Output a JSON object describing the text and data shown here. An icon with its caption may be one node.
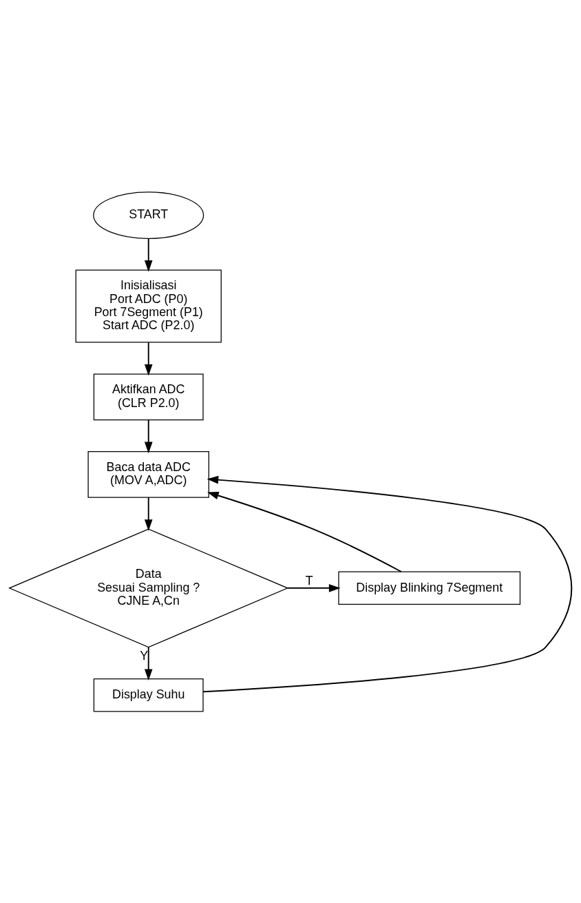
{
  "diagram": {
    "nodes": [
      {
        "text": [
          "START"
        ]
      },
      {
        "text": [
          "Inisialisasi",
          "Port ADC (P0)",
          "Port 7Segment (P1)",
          "Start ADC (P2.0)"
        ]
      },
      {
        "text": [
          "Aktifkan ADC",
          "(CLR P2.0)"
        ]
      },
      {
        "text": [
          "Baca data ADC",
          "(MOV A,ADC)"
        ]
      },
      {
        "text": [
          "Data",
          "Sesuai Sampling ?",
          "CJNE A,Cn"
        ]
      },
      {
        "text": [
          "Display Blinking 7Segment"
        ]
      },
      {
        "text": [
          "Display Suhu"
        ]
      }
    ],
    "edges": [
      {
        "from": 0,
        "to": 1,
        "arrow": "to"
      },
      {
        "from": 1,
        "to": 2,
        "arrow": "to"
      },
      {
        "from": 2,
        "to": 3,
        "arrow": "to"
      },
      {
        "from": 3,
        "to": 4,
        "arrow": "to"
      },
      {
        "from": 4,
        "to": 5,
        "arrow": "to",
        "label": "T"
      },
      {
        "from": 4,
        "to": 6,
        "arrow": "to",
        "label": "Y"
      },
      {
        "from": 5,
        "to": 3,
        "arrow": "to"
      },
      {
        "from": 6,
        "to": 3,
        "arrow": "to"
      }
    ]
  }
}
